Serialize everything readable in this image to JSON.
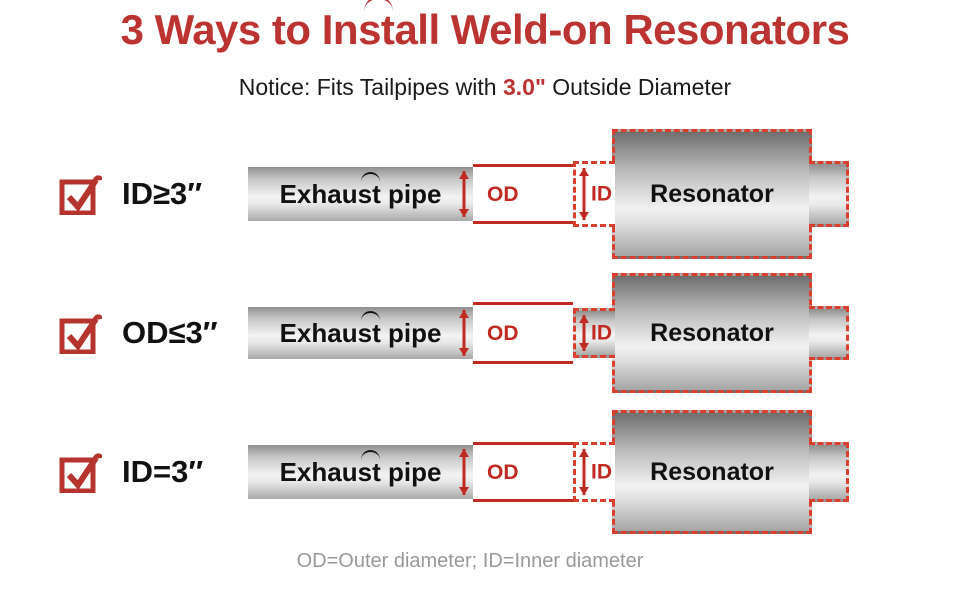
{
  "colors": {
    "accent_red": "#BC3431",
    "solid_line_red": "#C02A21",
    "dashed_outline_red": "#D8402D",
    "text_black": "#1A1A1A",
    "note_gray": "#999999"
  },
  "page": {
    "title": "3 Ways to Install Weld-on Resonators",
    "subtitle": {
      "prefix": "Notice: Fits Tailpipes with ",
      "highlight": "3.0\"",
      "suffix": " Outside Diameter"
    },
    "footnote": "OD=Outer diameter; ID=Inner diameter"
  },
  "labels": {
    "exhaust_pipe": "Exhaust pipe",
    "resonator": "Resonator",
    "od": "OD",
    "id": "ID"
  },
  "rows": [
    {
      "condition": "ID≥3″"
    },
    {
      "condition": "OD≤3″"
    },
    {
      "condition": "ID=3″"
    }
  ]
}
